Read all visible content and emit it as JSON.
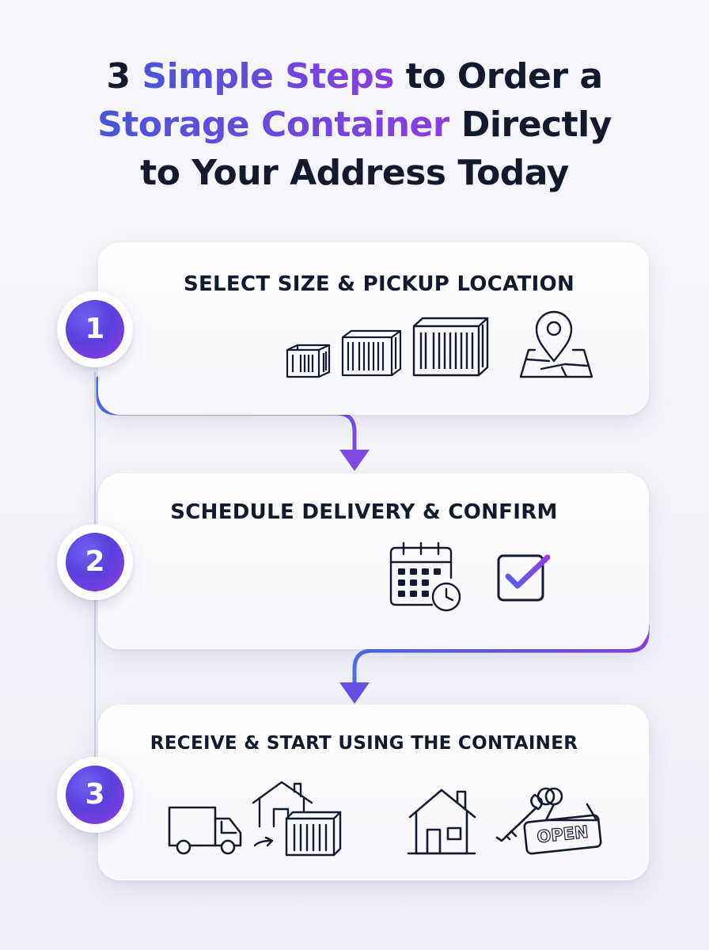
{
  "title": {
    "part1": "3 ",
    "highlight1": "Simple Steps",
    "part2": " to Order a",
    "highlight2": "Storage Container",
    "part3": " Directly",
    "line3": "to Your Address Today"
  },
  "steps": [
    {
      "number": "1",
      "title": "SELECT SIZE & PICKUP LOCATION",
      "icons": [
        "small-container-icon",
        "medium-container-icon",
        "large-container-icon",
        "map-pin-icon"
      ]
    },
    {
      "number": "2",
      "title": "SCHEDULE DELIVERY & CONFIRM",
      "icons": [
        "calendar-clock-icon",
        "checkbox-icon"
      ]
    },
    {
      "number": "3",
      "title": "RECEIVE & START USING THE CONTAINER",
      "icons": [
        "delivery-truck-icon",
        "house-container-icon",
        "house-icon",
        "keys-open-sign-icon"
      ]
    }
  ],
  "open_sign_text": "OPEN",
  "colors": {
    "text": "#141a2e",
    "accent_blue": "#4a55d6",
    "accent_purple": "#8a3de0",
    "background": "#f3f3f9"
  }
}
